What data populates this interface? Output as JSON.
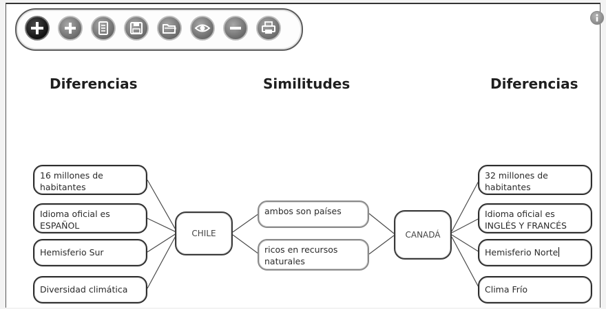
{
  "toolbar": {
    "buttons": [
      {
        "name": "new-node-button",
        "icon": "plus-icon-dark"
      },
      {
        "name": "add-button",
        "icon": "plus-icon"
      },
      {
        "name": "document-button",
        "icon": "document-icon"
      },
      {
        "name": "save-button",
        "icon": "floppy-disk-icon"
      },
      {
        "name": "open-folder-button",
        "icon": "folder-icon"
      },
      {
        "name": "view-button",
        "icon": "eye-icon"
      },
      {
        "name": "remove-button",
        "icon": "minus-icon"
      },
      {
        "name": "print-button",
        "icon": "printer-icon"
      }
    ]
  },
  "info_icon": "info-icon",
  "headings": {
    "left": "Diferencias",
    "center": "Similitudes",
    "right": "Diferencias"
  },
  "hubs": {
    "left": "CHILE",
    "right": "CANADÁ"
  },
  "left_items": [
    "16 millones de habitantes",
    "Idioma oficial es ESPAÑOL",
    "Hemisferio Sur",
    "Diversidad climática"
  ],
  "similarities": [
    "ambos son países",
    "ricos en recursos naturales"
  ],
  "right_items": [
    "32 millones de habitantes",
    "Idioma oficial es INGLÉS Y FRANCÉS",
    "Hemisferio Norte",
    "Clima Frío"
  ],
  "colors": {
    "border": "#2e2e2e",
    "text": "#2a2a2a",
    "toolbar_button": "#6b6b6b"
  }
}
